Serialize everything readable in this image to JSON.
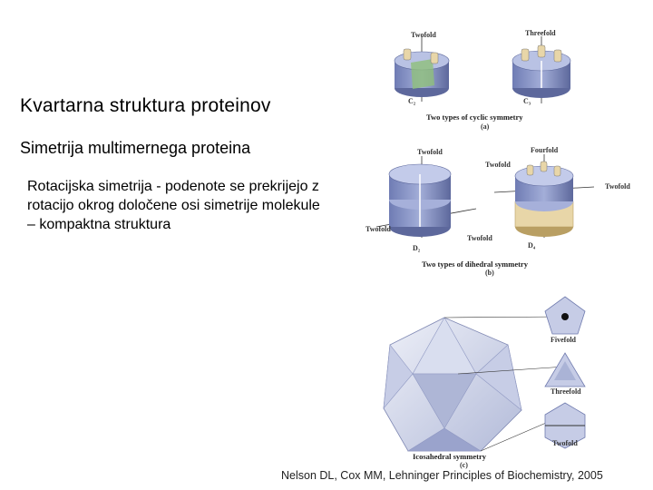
{
  "slide": {
    "title": "Kvartarna struktura proteinov",
    "subtitle": "Simetrija multimernega proteina",
    "body_lines": [
      "Rotacijska simetrija - podenote se prekrijejo z",
      "rotacijo okrog določene osi simetrije molekule",
      "– kompaktna struktura"
    ],
    "citation": "Nelson DL, Cox MM, Lehninger Principles of Biochemistry, 2005"
  },
  "figure": {
    "panel_a": {
      "label_twofold": "Twofold",
      "label_threefold": "Threefold",
      "label_c2": "C₂",
      "label_c3": "C₃",
      "caption": "Two types of cyclic symmetry",
      "tag": "(a)"
    },
    "panel_b": {
      "label_twofold_top": "Twofold",
      "label_fourfold": "Fourfold",
      "label_twofold_mid": "Twofold",
      "label_twofold_right": "Twofold",
      "label_twofold_left": "Twofold",
      "label_twofold_bottom": "Twofold",
      "label_d2": "D₂",
      "label_d4": "D₄",
      "caption": "Two types of dihedral symmetry",
      "tag": "(b)"
    },
    "panel_c": {
      "label_fivefold": "Fivefold",
      "label_threefold": "Threefold",
      "label_twofold": "Twofold",
      "caption": "Icosahedral symmetry",
      "tag": "(c)"
    },
    "colors": {
      "protein_blue": "#8a96c8",
      "protein_dark": "#5a6596",
      "accent_green": "#8fbf7a",
      "accent_cream": "#e8d6a8",
      "icosa_light": "#d9deef",
      "icosa_mid": "#aeb6d6"
    }
  }
}
